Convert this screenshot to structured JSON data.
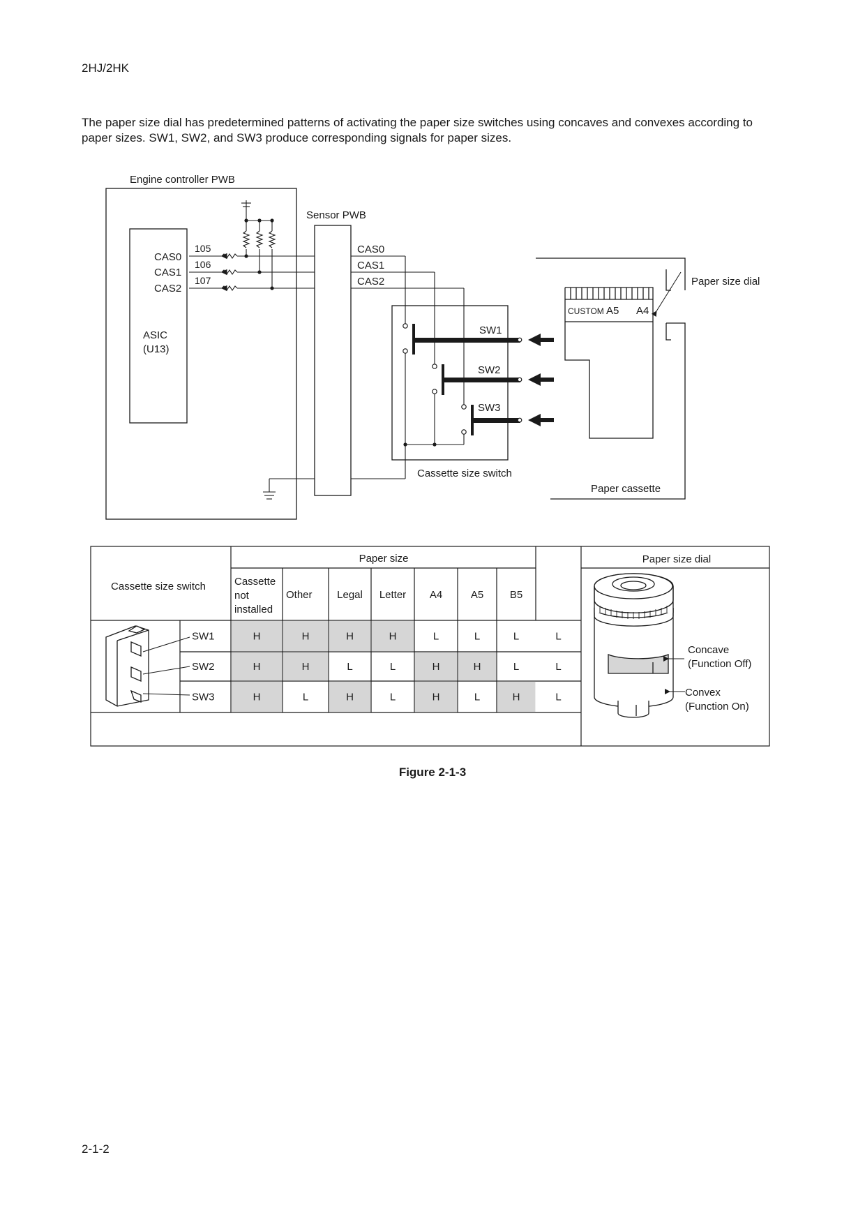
{
  "header": {
    "doc_id": "2HJ/2HK"
  },
  "intro_text": "The paper size dial has predetermined patterns of activating the paper size switches using concaves and convexes according to paper sizes. SW1, SW2, and SW3 produce corresponding signals for paper sizes.",
  "diagram": {
    "engine_label": "Engine controller PWB",
    "sensor_label": "Sensor PWB",
    "asic_label": "ASIC",
    "asic_ref": "(U13)",
    "pins": [
      {
        "signal": "CAS0",
        "number": "105"
      },
      {
        "signal": "CAS1",
        "number": "106"
      },
      {
        "signal": "CAS2",
        "number": "107"
      }
    ],
    "sensor_signals": [
      "CAS0",
      "CAS1",
      "CAS2"
    ],
    "switches": [
      "SW1",
      "SW2",
      "SW3"
    ],
    "switch_block_label": "Cassette size switch",
    "cassette_label": "Paper cassette",
    "dial_label": "Paper size dial",
    "dial_marks": [
      "CUSTOM",
      "A5",
      "A4"
    ]
  },
  "table": {
    "switch_header": "Cassette size switch",
    "paper_size_header": "Paper size",
    "dial_header": "Paper size dial",
    "columns": [
      "Cassette not installed",
      "Other",
      "Legal",
      "Letter",
      "A4",
      "A5",
      "B5",
      ""
    ],
    "rows": [
      {
        "switch": "SW1",
        "values": [
          "H",
          "H",
          "H",
          "H",
          "L",
          "L",
          "L",
          "L"
        ]
      },
      {
        "switch": "SW2",
        "values": [
          "H",
          "H",
          "L",
          "L",
          "H",
          "H",
          "L",
          "L"
        ]
      },
      {
        "switch": "SW3",
        "values": [
          "H",
          "L",
          "H",
          "L",
          "H",
          "L",
          "H",
          "L"
        ]
      }
    ],
    "shade_color": "#d6d6d6",
    "concave_label": "Concave",
    "concave_note": "(Function Off)",
    "convex_label": "Convex",
    "convex_note": "(Function On)"
  },
  "caption": "Figure 2-1-3",
  "footer": {
    "page": "2-1-2"
  }
}
